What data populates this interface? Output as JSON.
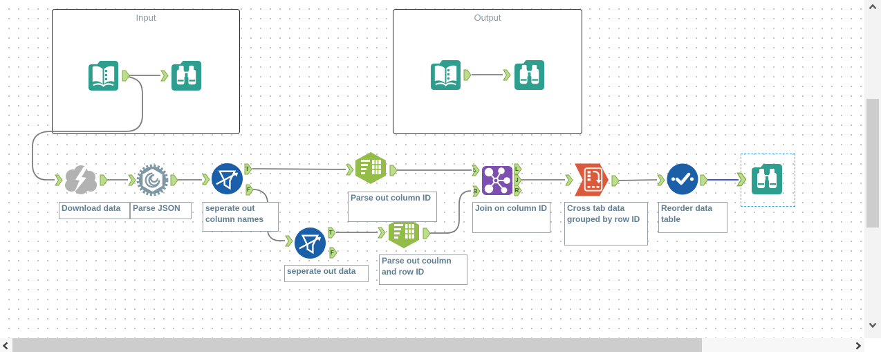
{
  "app": "workflow-canvas",
  "containers": {
    "input": {
      "title": "Input"
    },
    "output": {
      "title": "Output"
    }
  },
  "anchor_letters": {
    "t": "T",
    "f": "F",
    "l": "L",
    "j": "J",
    "r": "R"
  },
  "annotations": {
    "download": "Download data",
    "parse_json": "Parse JSON",
    "separate_columns": "seperate out column names",
    "parse_column_id": "Parse out column ID",
    "separate_data": "seperate out data",
    "parse_column_row_id": "Parse out coulmn and row ID",
    "join": "Join on column ID",
    "crosstab": "Cross tab data grouped by row ID",
    "reorder": "Reorder data table"
  },
  "tools": [
    {
      "id": "input-data-1",
      "icon": "input-data-icon"
    },
    {
      "id": "browse-1",
      "icon": "browse-icon"
    },
    {
      "id": "input-data-2",
      "icon": "input-data-icon"
    },
    {
      "id": "browse-2",
      "icon": "browse-icon"
    },
    {
      "id": "download",
      "icon": "download-cloud-icon"
    },
    {
      "id": "json-parse",
      "icon": "json-parse-gear-icon"
    },
    {
      "id": "filter-1",
      "icon": "filter-funnel-icon"
    },
    {
      "id": "text-to-columns-1",
      "icon": "text-to-columns-icon"
    },
    {
      "id": "filter-2",
      "icon": "filter-funnel-icon"
    },
    {
      "id": "text-to-columns-2",
      "icon": "text-to-columns-icon"
    },
    {
      "id": "join",
      "icon": "join-molecule-icon"
    },
    {
      "id": "crosstab",
      "icon": "crosstab-arrow-icon"
    },
    {
      "id": "select",
      "icon": "select-check-icon"
    },
    {
      "id": "browse-3",
      "icon": "browse-icon"
    }
  ],
  "colors": {
    "teal": "#2e9e8f",
    "tool_blue": "#1a5fa8",
    "parse_green": "#94bc48",
    "join_purple": "#7c4fb0",
    "crosstab_orange": "#d95b3c",
    "download_gray": "#b2b2b2",
    "json_slate": "#7e98a4",
    "anchor_fill": "#bcdc8e",
    "anchor_border": "#7fa840",
    "wire": "#7d7d7d",
    "selected_wire": "#3e4fe0",
    "selection_box": "#3fa9f5",
    "label_text": "#5e7e93",
    "container_title": "#8a9bab"
  }
}
